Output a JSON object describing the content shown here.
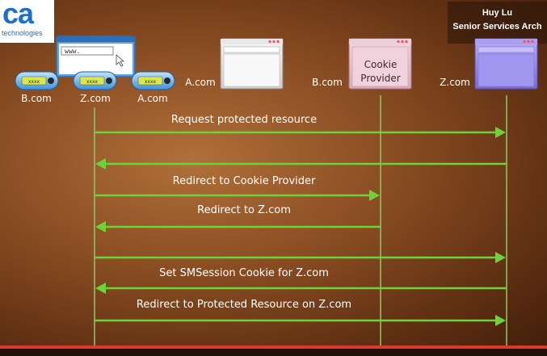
{
  "logo": {
    "brand": "ca",
    "tagline": "technologies"
  },
  "presenter": {
    "name": "Huy Lu",
    "title": "Senior Services Arch"
  },
  "participants": {
    "browser_url": "www.",
    "server_labels": [
      "B.com",
      "Z.com",
      "A.com"
    ],
    "a_label": "A.com",
    "b_label": "B.com",
    "cookie_line1": "Cookie",
    "cookie_line2": "Provider",
    "z_label": "Z.com"
  },
  "messages": [
    {
      "label": "Request protected resource",
      "from": "browser",
      "to": "z"
    },
    {
      "label": "",
      "from": "z",
      "to": "browser"
    },
    {
      "label": "Redirect to Cookie Provider",
      "from": "browser",
      "to": "cookie"
    },
    {
      "label": "Redirect to Z.com",
      "from": "cookie",
      "to": "browser"
    },
    {
      "label": "",
      "from": "browser",
      "to": "z"
    },
    {
      "label": "Set SMSession Cookie for Z.com",
      "from": "z",
      "to": "browser"
    },
    {
      "label": "Redirect to Protected Resource on Z.com",
      "from": "browser",
      "to": "z"
    }
  ],
  "colors": {
    "arrow": "#6bd43a",
    "lifeline": "#8fc96a",
    "accent_bar": "#d93a2a"
  }
}
